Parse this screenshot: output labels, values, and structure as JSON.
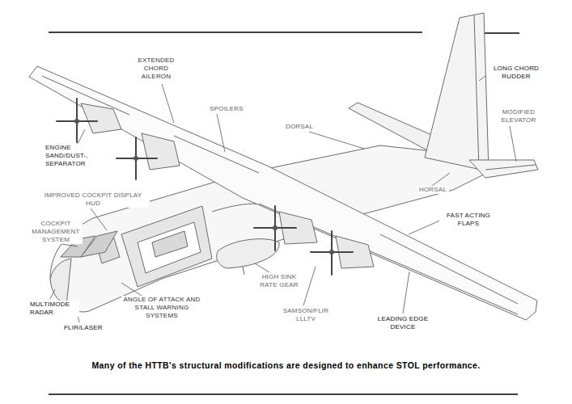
{
  "diagram": {
    "caption": "Many of the HTTB's structural modifications are designed to enhance STOL performance.",
    "labels": [
      "EXTENDED CHORD AILERON",
      "LONG CHORD RUDDER",
      "SPOILERS",
      "ENGINE SAND/DUST-, SEPARATOR",
      "DORSAL",
      "MODIFIED ELEVATOR",
      "HORSAL",
      "IMPROVED COCKPIT DISPLAY HUD",
      "FAST ACTING FLAPS",
      "COCKPIT MANAGEMENT SYSTEM",
      "HIGH SINK RATE GEAR",
      "MULTIMODE RADAR",
      "ANGLE OF ATTACK AND STALL WARNING SYSTEMS",
      "SAMSON/FLIR LLLTV",
      "LEADING EDGE DEVICE",
      "FLIR/LASER"
    ]
  }
}
